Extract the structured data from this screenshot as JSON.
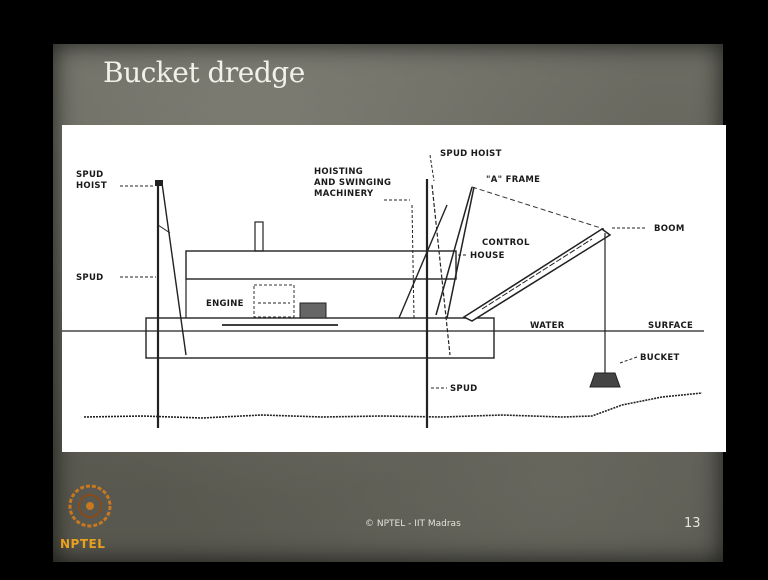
{
  "slide": {
    "title": "Bucket dredge",
    "footer": "© NPTEL - IIT Madras",
    "page_number": "13",
    "logo_text": "NPTEL"
  },
  "diagram": {
    "labels": {
      "spud_hoist_left_1": "SPUD",
      "spud_hoist_left_2": "HOIST",
      "spud_left": "SPUD",
      "engine": "ENGINE",
      "hoisting_1": "HOISTING",
      "hoisting_2": "AND SWINGING",
      "hoisting_3": "MACHINERY",
      "spud_hoist_right": "SPUD HOIST",
      "a_frame": "\"A\" FRAME",
      "control_1": "CONTROL",
      "control_2": "HOUSE",
      "boom": "BOOM",
      "water": "WATER",
      "surface": "SURFACE",
      "bucket": "BUCKET",
      "spud_bottom": "SPUD"
    }
  }
}
